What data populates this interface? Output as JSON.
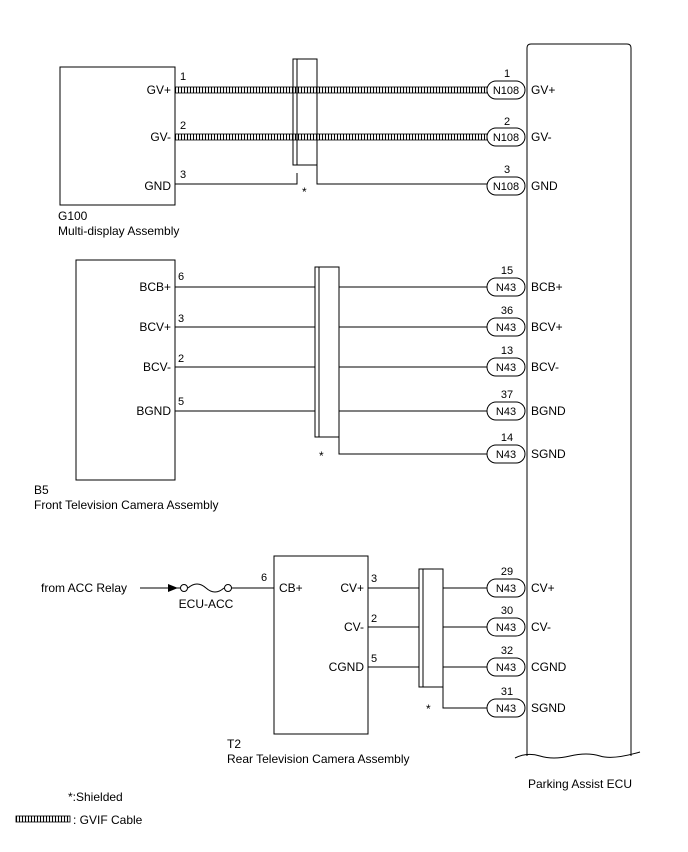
{
  "ecu": {
    "name": "Parking Assist ECU"
  },
  "g100": {
    "code": "G100",
    "name": "Multi-display Assembly",
    "pins": [
      {
        "pin": "1",
        "label": "GV+"
      },
      {
        "pin": "2",
        "label": "GV-"
      },
      {
        "pin": "3",
        "label": "GND"
      }
    ],
    "ecu_terminals": [
      {
        "pin": "1",
        "connector": "N108",
        "label": "GV+"
      },
      {
        "pin": "2",
        "connector": "N108",
        "label": "GV-"
      },
      {
        "pin": "3",
        "connector": "N108",
        "label": "GND"
      }
    ],
    "shield_mark": "*"
  },
  "b5": {
    "code": "B5",
    "name": "Front Television Camera Assembly",
    "pins": [
      {
        "pin": "6",
        "label": "BCB+"
      },
      {
        "pin": "3",
        "label": "BCV+"
      },
      {
        "pin": "2",
        "label": "BCV-"
      },
      {
        "pin": "5",
        "label": "BGND"
      }
    ],
    "ecu_terminals": [
      {
        "pin": "15",
        "connector": "N43",
        "label": "BCB+"
      },
      {
        "pin": "36",
        "connector": "N43",
        "label": "BCV+"
      },
      {
        "pin": "13",
        "connector": "N43",
        "label": "BCV-"
      },
      {
        "pin": "37",
        "connector": "N43",
        "label": "BGND"
      },
      {
        "pin": "14",
        "connector": "N43",
        "label": "SGND"
      }
    ],
    "shield_mark": "*"
  },
  "t2": {
    "code": "T2",
    "name": "Rear Television Camera Assembly",
    "input_pin": {
      "pin": "6",
      "label": "CB+"
    },
    "pins": [
      {
        "pin": "3",
        "label": "CV+"
      },
      {
        "pin": "2",
        "label": "CV-"
      },
      {
        "pin": "5",
        "label": "CGND"
      }
    ],
    "ecu_terminals": [
      {
        "pin": "29",
        "connector": "N43",
        "label": "CV+"
      },
      {
        "pin": "30",
        "connector": "N43",
        "label": "CV-"
      },
      {
        "pin": "32",
        "connector": "N43",
        "label": "CGND"
      },
      {
        "pin": "31",
        "connector": "N43",
        "label": "SGND"
      }
    ],
    "shield_mark": "*"
  },
  "power": {
    "source": "from ACC Relay",
    "fuse": "ECU-ACC"
  },
  "legend": {
    "shielded": "*:Shielded",
    "gvif": ": GVIF Cable"
  }
}
